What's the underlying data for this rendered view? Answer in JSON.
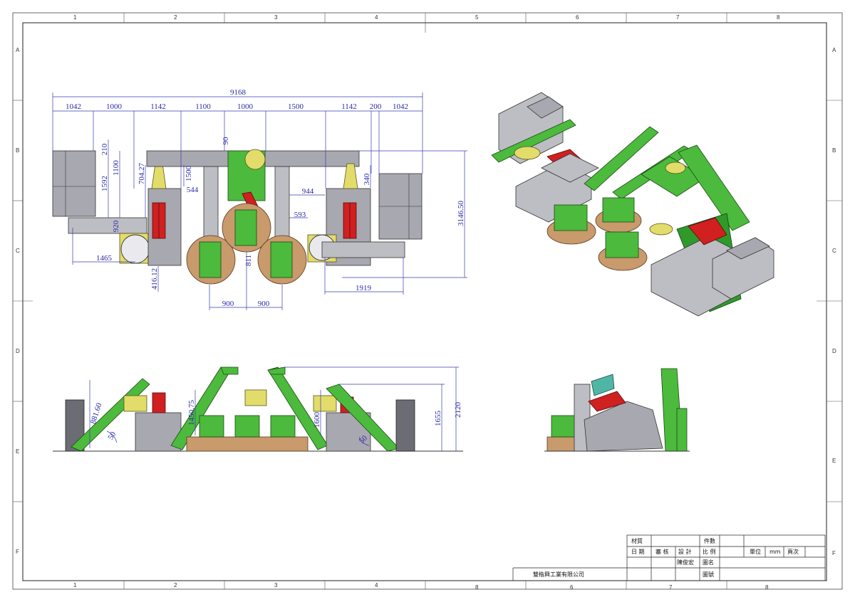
{
  "sheet": {
    "col_labels_top": [
      "1",
      "2",
      "3",
      "4",
      "5",
      "6",
      "7",
      "8"
    ],
    "col_labels_bottom": [
      "1",
      "2",
      "3",
      "4",
      "8",
      "6",
      "7",
      "8"
    ],
    "row_labels_left": [
      "A",
      "B",
      "C",
      "D",
      "E",
      "F"
    ],
    "row_labels_right": [
      "A",
      "B",
      "C",
      "D",
      "E",
      "F"
    ]
  },
  "dimensions": {
    "overall_width": "9168",
    "segments": [
      "1042",
      "1000",
      "1142",
      "1100",
      "1000",
      "1500",
      "1142",
      "200",
      "1042"
    ],
    "left": [
      "210",
      "1592",
      "1100",
      "704.27",
      "1500",
      "920"
    ],
    "center": [
      "90",
      "544",
      "944",
      "593",
      "811"
    ],
    "right_v": [
      "340",
      "3146.50"
    ],
    "bottom": [
      "1465",
      "416.12",
      "900",
      "900",
      "1919"
    ],
    "front": [
      "881.60",
      "50",
      "1450.75",
      "1600",
      "1655",
      "2120",
      "50"
    ]
  },
  "colors": {
    "dim": "#2a2aa8",
    "frame_gray": "#a8a8b0",
    "conveyor_green": "#4cba3c",
    "hopper_red": "#d02020",
    "bowl_yellow": "#e2dc6a",
    "wood_tan": "#c89a6c"
  },
  "title_block": {
    "material_label": "材質",
    "quantity_label": "件數",
    "date_label": "日 期",
    "review_label": "審 核",
    "design_label": "設 計",
    "scale_label": "比 例",
    "unit_label": "單位",
    "unit_value": "mm",
    "page_label": "頁次",
    "designer": "陳俊宏",
    "drawing_name_label": "圖名",
    "company": "雙楷興工業有限公司",
    "drawing_no_label": "圖號"
  }
}
